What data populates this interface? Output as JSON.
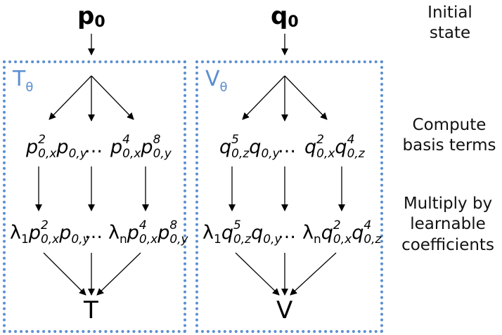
{
  "inputs": {
    "p_symbol": "p",
    "p_subscript": "0",
    "q_symbol": "q",
    "q_subscript": "0"
  },
  "boxes": {
    "left": {
      "symbol": "T",
      "subscript": "θ"
    },
    "right": {
      "symbol": "V",
      "subscript": "θ"
    }
  },
  "basis_terms": {
    "left": {
      "first": {
        "t1": "p",
        "t1_sup": "2",
        "t1_sub": "0,x",
        "t2": "p",
        "t2_sub": "0,y"
      },
      "ellipsis": "…",
      "last": {
        "t1": "p",
        "t1_sup": "4",
        "t1_sub": "0,x",
        "t2": "p",
        "t2_sup": "8",
        "t2_sub": "0,y"
      }
    },
    "right": {
      "first": {
        "t1": "q",
        "t1_sup": "5",
        "t1_sub": "0,z",
        "t2": "q",
        "t2_sub": "0,y"
      },
      "ellipsis": "…",
      "last": {
        "t1": "q",
        "t1_sup": "2",
        "t1_sub": "0,x",
        "t2": "q",
        "t2_sup": "4",
        "t2_sub": "0,z"
      }
    }
  },
  "weighted_terms": {
    "left": {
      "first_coef": "λ",
      "first_coef_sub": "1",
      "ellipsis": "…",
      "last_coef": "λ",
      "last_coef_sub": "n"
    },
    "right": {
      "first_coef": "λ",
      "first_coef_sub": "1",
      "ellipsis": "…",
      "last_coef": "λ",
      "last_coef_sub": "n"
    }
  },
  "results": {
    "left": "T",
    "right": "V"
  },
  "annotations": {
    "initial_state": [
      "Initial",
      "state"
    ],
    "compute_basis": [
      "Compute",
      "basis terms"
    ],
    "multiply": [
      "Multiply by",
      "learnable",
      "coefficients"
    ]
  },
  "colors": {
    "box_border": "#5b8fd0",
    "ink": "#000000"
  }
}
